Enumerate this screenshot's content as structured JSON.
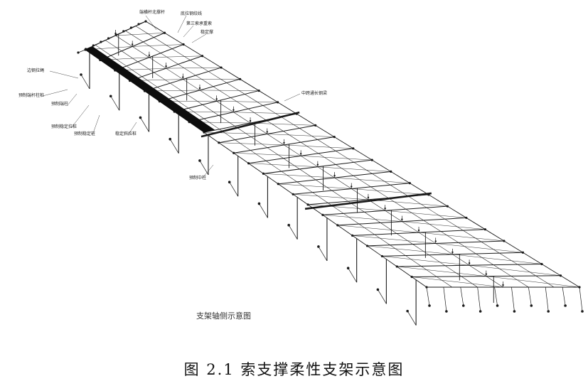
{
  "figure": {
    "labels": {
      "end_column_brace": "端横杆北撑杆",
      "bottom_cable": "底拉钢绞线",
      "third_cable": "第三索承重索",
      "stabilizer": "稳定撑",
      "edge_cable": "边钢拉绳",
      "prefab_end_pillar": "预制端杆柱桩",
      "prefab_end_pillar2": "预制端柱",
      "prefab_stable_anchor_pile": "预制稳定拉桩",
      "prefab_stable_column": "预制稳定柱",
      "stable_diagonal_pile": "稳定斜拉桩",
      "mid_cross_beam": "中跨通长钢梁",
      "prefab_mid_pillar": "预制中柱"
    },
    "view_title": "支架轴侧示意图",
    "caption": "图 2.1   索支撑柔性支架示意图"
  },
  "colors": {
    "line": "#1a1a1a",
    "panel": "#0d0d0d",
    "background": "#ffffff"
  }
}
